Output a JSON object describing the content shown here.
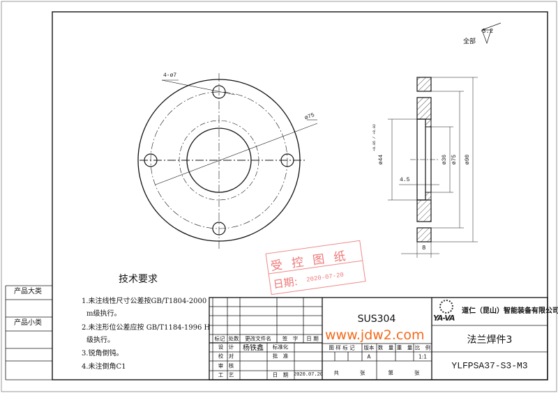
{
  "left_column": {
    "major_category": "产品大类",
    "minor_category": "产品小类"
  },
  "surface_finish": {
    "label": "全部",
    "roughness": "3.2"
  },
  "front_view": {
    "hole_callout": "4-ø7",
    "pcd_dim": "ø75"
  },
  "side_view": {
    "dims": {
      "bore": "ø44",
      "bore_tol": "+0.05 / +0.02",
      "counterbore_depth": "4.5",
      "inner": "ø36",
      "pcd": "ø75",
      "outer": "ø90",
      "thickness": "8"
    }
  },
  "tech_requirements": {
    "title": "技术要求",
    "items": [
      "1.未注线性尺寸公差按GB/T1804-2000",
      "m级执行。",
      "2.未注形位公差应按 GB/T1184-1996 H",
      "级执行。",
      "3.锐角倒钝。",
      "4.未注倒角C1"
    ]
  },
  "stamp": {
    "title": "受 控 图 纸",
    "date_label": "日期:",
    "date": "2020-07-20"
  },
  "watermark": "www.jdw2.com",
  "title_block": {
    "revision_headers": [
      "标记",
      "处数",
      "更改文件名",
      "签　字",
      "日 期"
    ],
    "rows": [
      {
        "label": "设　计",
        "value": "杨铁鑫",
        "label2": "标准化"
      },
      {
        "label": "校　对",
        "label2": "批　准"
      },
      {
        "label": "审　核"
      },
      {
        "label": "工　艺",
        "label2": "日　期",
        "value2": "2020.07.20"
      }
    ],
    "material": "SUS304",
    "info_headers": [
      "图 样 标 记",
      "版本",
      "数　量",
      "重　量",
      "比　例"
    ],
    "version": "A",
    "scale": "1:1",
    "sheet_total": "共　　　　张",
    "sheet_no": "第　　　　张",
    "company_logo": "YA-VA",
    "company": "道仁（昆山）智能装备有限公司",
    "part_name": "法兰焊件3",
    "drawing_no": "YLFPSA37-S3-M3"
  }
}
